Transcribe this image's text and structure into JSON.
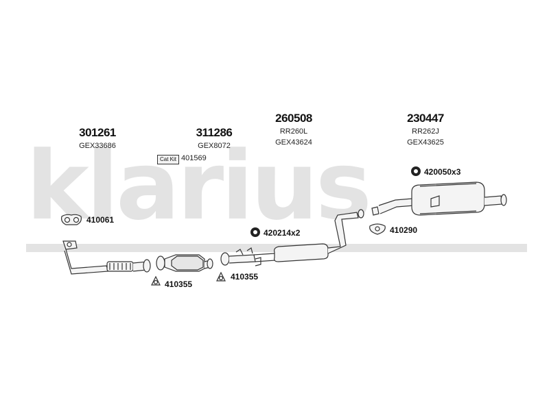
{
  "watermark": {
    "text": "klarius"
  },
  "parts": [
    {
      "number": "301261",
      "code": "GEX33686"
    },
    {
      "number": "311286",
      "code": "GEX8072"
    },
    {
      "number": "260508",
      "ref": "RR260L",
      "code": "GEX43624"
    },
    {
      "number": "230447",
      "ref": "RR262J",
      "code": "GEX43625"
    }
  ],
  "cat_kit": {
    "badge": "Cat Kit",
    "number": "401569"
  },
  "fittings": {
    "gasket_front": "410061",
    "gasket_a": "410355",
    "gasket_b": "410355",
    "rubber_mid": "420214x2",
    "rubber_rear": "420050x3",
    "gasket_rear": "410290"
  },
  "colors": {
    "watermark": "#e3e3e3",
    "line": "#333333",
    "fill": "#f4f4f4"
  }
}
